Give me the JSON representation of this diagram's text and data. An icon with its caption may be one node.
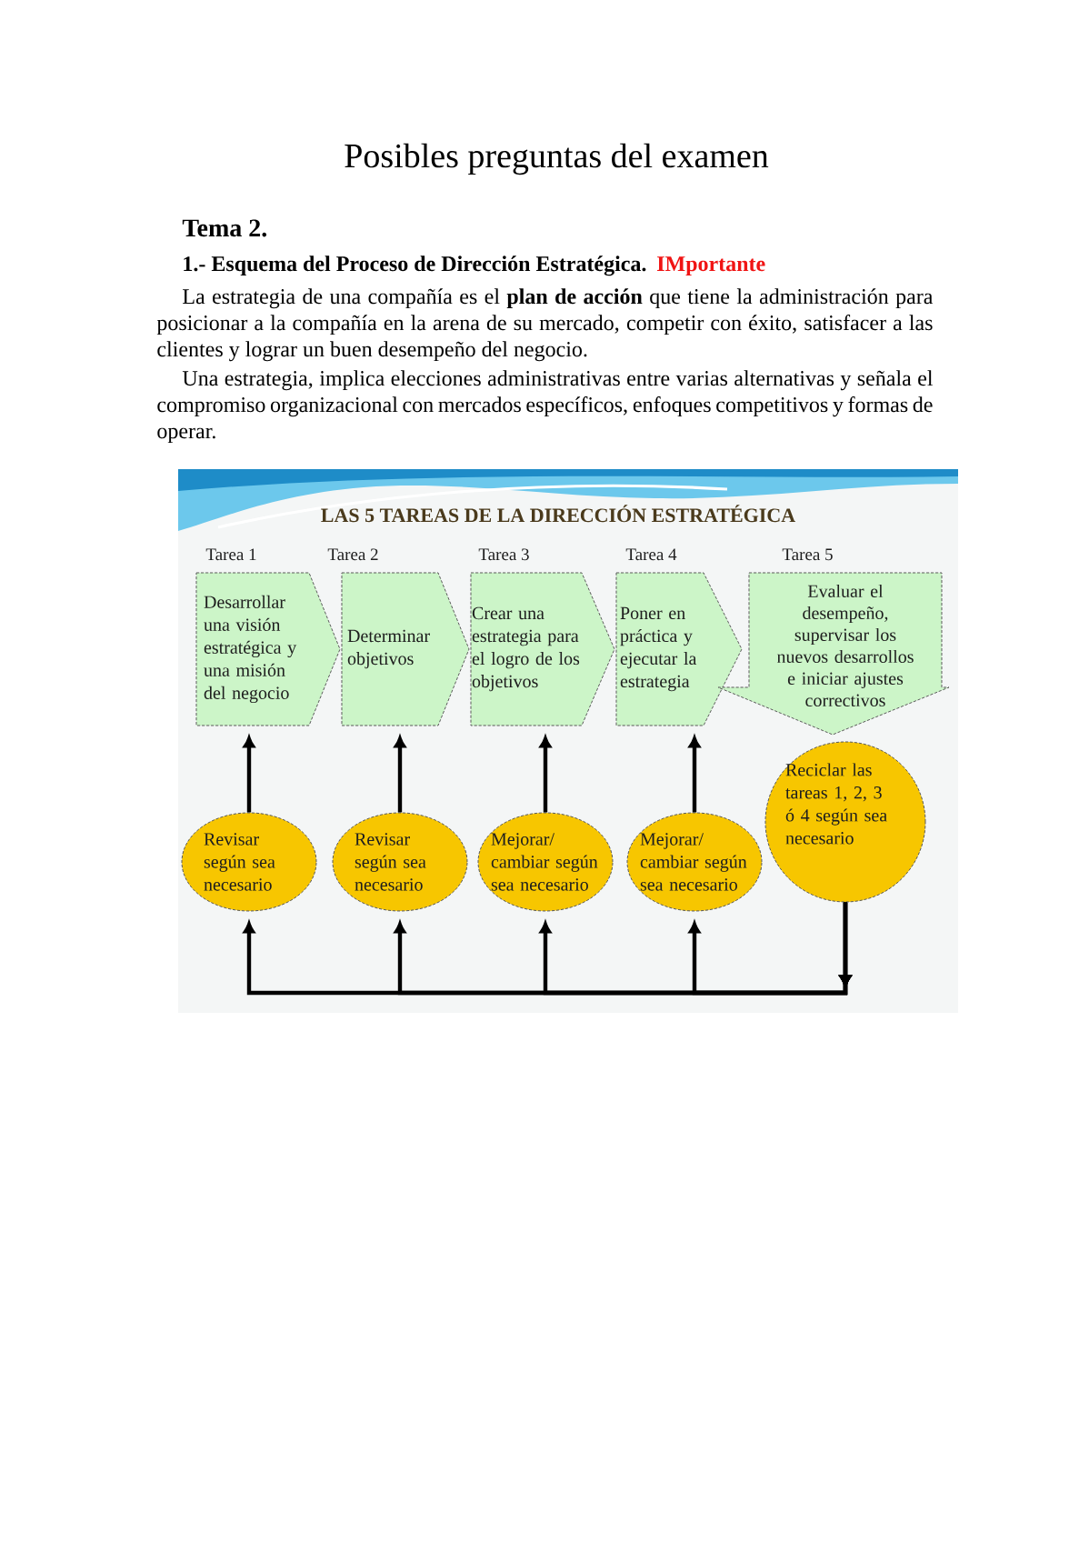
{
  "diagram": {
    "title": "Posibles preguntas del examen",
    "nodes": [
      {
        "text": [
          "Tarea 1",
          "Desarrollar una visión estratégica y una misión del negocio"
        ]
      },
      {
        "text": [
          "Tarea 2",
          "Determinar objetivos"
        ]
      },
      {
        "text": [
          "Tarea 3",
          "Crear una estrategia para el logro de los objetivos"
        ]
      },
      {
        "text": [
          "Tarea 4",
          "Poner en práctica y ejecutar la estrategia"
        ]
      },
      {
        "text": [
          "Tarea 5",
          "Evaluar el desempeño, supervisar los nuevos desarrollos e iniciar ajustes correctivos"
        ]
      },
      {
        "text": [
          "Revisar según sea necesario"
        ]
      },
      {
        "text": [
          "Revisar según sea necesario"
        ]
      },
      {
        "text": [
          "Mejorar/ cambiar según sea necesario"
        ]
      },
      {
        "text": [
          "Mejorar/ cambiar según sea necesario"
        ]
      },
      {
        "text": [
          "Reciclar las tareas 1, 2, 3 ó 4 según sea necesario"
        ]
      }
    ],
    "edges": [
      {
        "from": 5,
        "to": 0,
        "arrow": "to"
      },
      {
        "from": 6,
        "to": 1,
        "arrow": "to"
      },
      {
        "from": 7,
        "to": 2,
        "arrow": "to"
      },
      {
        "from": 8,
        "to": 3,
        "arrow": "to"
      },
      {
        "from": 9,
        "to": 5,
        "arrow": "to"
      },
      {
        "from": 9,
        "to": 6,
        "arrow": "to"
      },
      {
        "from": 9,
        "to": 7,
        "arrow": "to"
      },
      {
        "from": 9,
        "to": 8,
        "arrow": "to"
      }
    ],
    "labels": [
      "Tema 2.",
      "1.- Esquema del Proceso de Dirección Estratégica.",
      "IMportante",
      "La estrategia de una compañía es el **plan de acción** que tiene la administración para posicionar a la compañía en la arena de su mercado, competir con éxito, satisfacer a las clientes y lograr un buen desempeño del negocio.",
      "Una estrategia, implica elecciones administrativas entre varias alternativas y señala el compromiso organizacional con mercados específicos, enfoques competitivos y formas de operar.",
      "LAS 5 TAREAS DE LA DIRECCIÓN ESTRATÉGICA"
    ]
  }
}
